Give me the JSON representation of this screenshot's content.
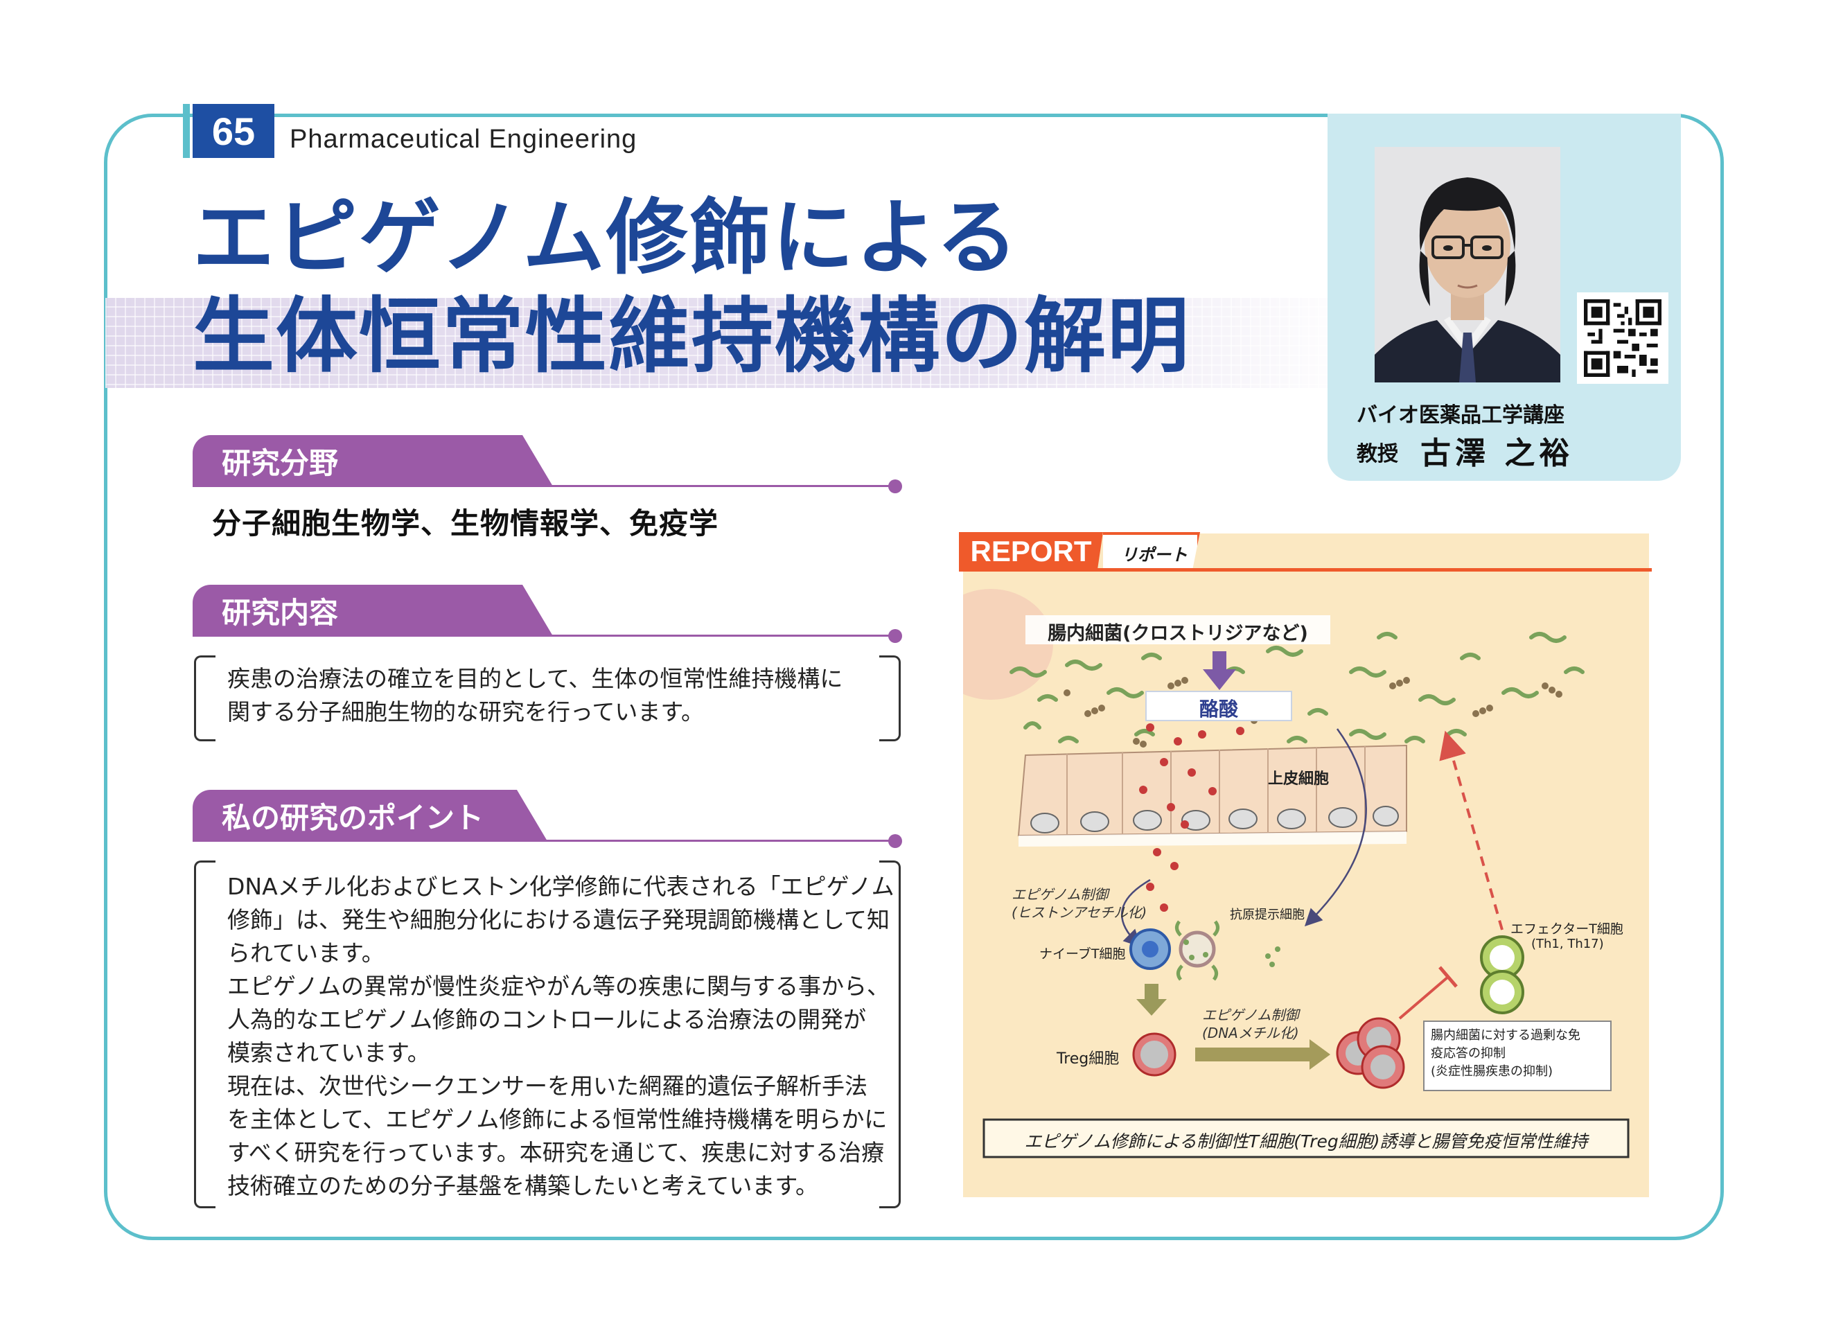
{
  "header": {
    "number": "65",
    "department_en": "Pharmaceutical Engineering",
    "title_line1": "エピゲノム修飾による",
    "title_line2": "生体恒常性維持機構の解明"
  },
  "profile": {
    "department": "バイオ医薬品工学講座",
    "role": "教授",
    "name": "古澤 之裕"
  },
  "sections": {
    "field": {
      "heading": "研究分野",
      "text": "分子細胞生物学、生物情報学、免疫学"
    },
    "content": {
      "heading": "研究内容",
      "lines": [
        "疾患の治療法の確立を目的として、生体の恒常性維持機構に",
        "関する分子細胞生物的な研究を行っています。"
      ]
    },
    "points": {
      "heading": "私の研究のポイント",
      "lines": [
        "DNAメチル化およびヒストン化学修飾に代表される「エピゲノム",
        "修飾」は、発生や細胞分化における遺伝子発現調節機構として知",
        "られています。",
        "エピゲノムの異常が慢性炎症やがん等の疾患に関与する事から、",
        "人為的なエピゲノム修飾のコントロールによる治療法の開発が",
        "模索されています。",
        "現在は、次世代シークエンサーを用いた網羅的遺伝子解析手法",
        "を主体として、エピゲノム修飾による恒常性維持機構を明らかに",
        "すべく研究を行っています。本研究を通じて、疾患に対する治療",
        "技術確立のための分子基盤を構築したいと考えています。"
      ]
    }
  },
  "report": {
    "tab": "REPORT",
    "sub": "リポート",
    "labels": {
      "bacteria": "腸内細菌(クロストリジアなど)",
      "butyrate": "酪酸",
      "epithelial": "上皮細胞",
      "epi_control_1a": "エピゲノム制御",
      "epi_control_1b": "(ヒストンアセチル化)",
      "apc": "抗原提示細胞",
      "naive_t": "ナイーブT細胞",
      "effector_t": "エフェクターT細胞",
      "effector_t_types": "(Th1, Th17)",
      "epi_control_2a": "エピゲノム制御",
      "epi_control_2b": "(DNAメチル化)",
      "treg": "Treg細胞",
      "suppress_1": "腸内細菌に対する過剰な免",
      "suppress_2": "疫応答の抑制",
      "suppress_3": "(炎症性腸疾患の抑制)",
      "caption": "エピゲノム修飾による制御性T細胞(Treg細胞)誘導と腸管免疫恒常性維持"
    }
  },
  "colors": {
    "frame": "#5cbfcb",
    "title": "#1d4797",
    "section": "#9b5aa7",
    "report": "#ef5a2b",
    "diagram_bg": "#fbe8c2",
    "profile_bg": "#cbe9f0"
  }
}
